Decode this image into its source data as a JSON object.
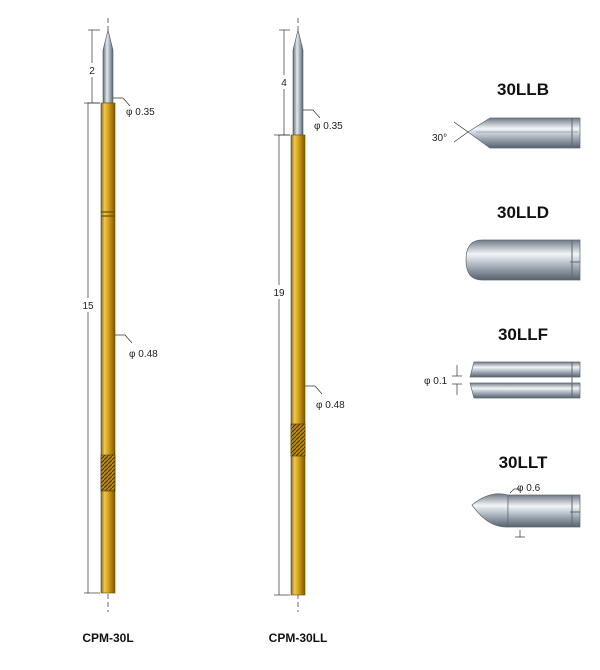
{
  "probe_left": {
    "model": "CPM-30L",
    "tip_length": "2",
    "tip_diameter": "φ 0.35",
    "body_length": "15",
    "body_diameter": "φ 0.48"
  },
  "probe_right": {
    "model": "CPM-30LL",
    "tip_length": "4",
    "tip_diameter": "φ 0.35",
    "body_length": "19",
    "body_diameter": "φ 0.48"
  },
  "tips": [
    {
      "title": "30LLB",
      "note": "30°"
    },
    {
      "title": "30LLD"
    },
    {
      "title": "30LLF",
      "note": "φ 0.1"
    },
    {
      "title": "30LLT",
      "note": "φ 0.6"
    }
  ],
  "colors": {
    "gold": "#d9a520",
    "gold_dark": "#8a6410",
    "steel": "#a9b4bf",
    "steel_dark": "#5d6873"
  }
}
